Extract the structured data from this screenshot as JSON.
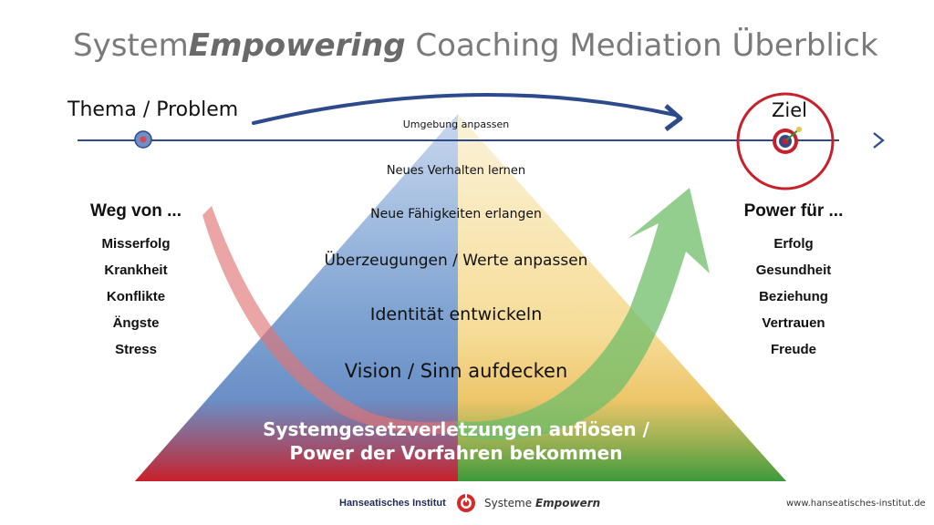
{
  "title": {
    "prefix": "System",
    "emphasis": "Empowering",
    "suffix": " Coaching Mediation Überblick"
  },
  "timeline": {
    "start_label": "Thema / Problem",
    "goal_label": "Ziel",
    "colors": {
      "line": "#2c4a8c",
      "target_ring": "#c8202a"
    }
  },
  "pyramid": {
    "levels": [
      "Umgebung anpassen",
      "Neues Verhalten lernen",
      "Neue Fähigkeiten erlangen",
      "Überzeugungen / Werte anpassen",
      "Identität entwickeln",
      "Vision / Sinn aufdecken"
    ],
    "base_line1": "Systemgesetzverletzungen auflösen /",
    "base_line2": "Power der Vorfahren bekommen",
    "colors": {
      "left_top": "#c9d8ee",
      "left_base": "#c8202a",
      "right_top": "#fbf3da",
      "right_base": "#3d9a3a"
    }
  },
  "away": {
    "heading": "Weg von ...",
    "items": [
      "Misserfolg",
      "Krankheit",
      "Konflikte",
      "Ängste",
      "Stress"
    ]
  },
  "towards": {
    "heading": "Power für ...",
    "items": [
      "Erfolg",
      "Gesundheit",
      "Beziehung",
      "Vertrauen",
      "Freude"
    ]
  },
  "arrows": {
    "down_color": "#e07474",
    "up_color": "#6fbe6a"
  },
  "footer": {
    "institute": "Hanseatisches Institut",
    "brand_prefix": "Systeme ",
    "brand_emphasis": "Empowern",
    "url": "www.hanseatisches-institut.de",
    "logo_color": "#d42a2a"
  }
}
